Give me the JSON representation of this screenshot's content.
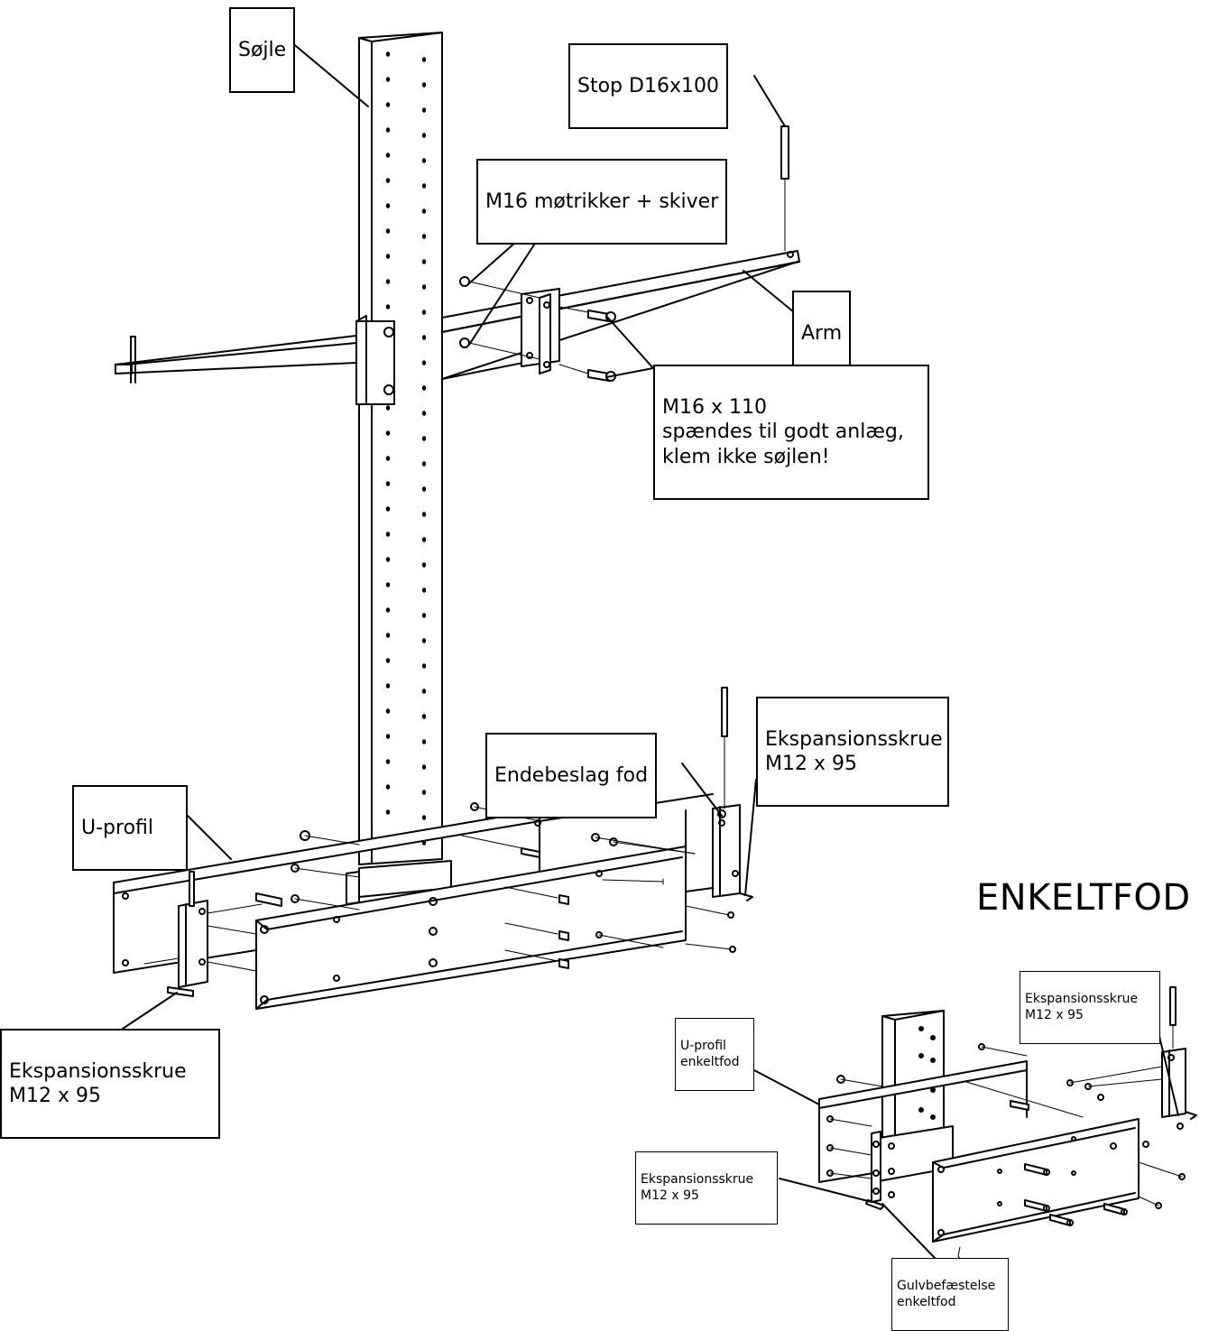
{
  "labels": {
    "column": "Søjle",
    "stop": "Stop D16x100",
    "nuts": "M16 møtrikker + skiver",
    "arm": "Arm",
    "bolt": "M16 x 110\nspændes til godt anlæg,\nklem ikke søjlen!",
    "end_bracket": "Endebeslag fod",
    "expansion_right": "Ekspansionsskrue\nM12 x 95",
    "u_profile": "U-profil",
    "expansion_left": "Ekspansionsskrue\nM12 x 95"
  },
  "single_foot": {
    "title": "ENKELTFOD",
    "expansion_top": "Ekspansionsskrue\nM12 x 95",
    "u_profile": "U-profil\nenkeltfod",
    "expansion_left": "Ekspansionsskrue\nM12 x 95",
    "floor_fixing": "Gulvbefæstelse\nenkeltfod"
  }
}
